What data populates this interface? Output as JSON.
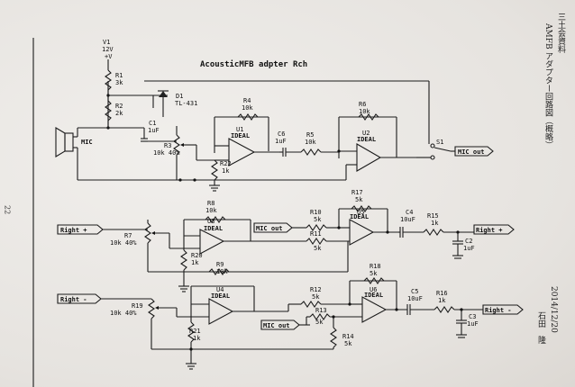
{
  "title": "AcousticMFB adpter Rch",
  "side_text": {
    "org": "三土会資料",
    "doc_title": "AMFB アダプター回路図（概略）",
    "date": "2014/12/20",
    "author": "石田　隆"
  },
  "page_number": "22",
  "components": {
    "V1": {
      "name": "V1",
      "value": "12V",
      "node": "+V"
    },
    "R1": {
      "name": "R1",
      "value": "3k"
    },
    "R2": {
      "name": "R2",
      "value": "2k"
    },
    "D1": {
      "name": "D1",
      "value": "TL-431"
    },
    "C1": {
      "name": "C1",
      "value": "1uF"
    },
    "MIC": {
      "name": "MIC"
    },
    "R3": {
      "name": "R3",
      "value": "10k 40%"
    },
    "R4": {
      "name": "R4",
      "value": "10k"
    },
    "U1": {
      "name": "U1",
      "value": "IDEAL"
    },
    "R22": {
      "name": "R22",
      "value": "1k"
    },
    "C6": {
      "name": "C6",
      "value": "1uF"
    },
    "R5": {
      "name": "R5",
      "value": "10k"
    },
    "R6": {
      "name": "R6",
      "value": "10k"
    },
    "U2": {
      "name": "U2",
      "value": "IDEAL"
    },
    "S1": {
      "name": "S1"
    },
    "R8": {
      "name": "R8",
      "value": "10k"
    },
    "U3": {
      "name": "U3",
      "value": "IDEAL"
    },
    "R7": {
      "name": "R7",
      "value": "10k 40%"
    },
    "R20": {
      "name": "R20",
      "value": "1k"
    },
    "R9": {
      "name": "R9",
      "value": "10k"
    },
    "R10": {
      "name": "R10",
      "value": "5k"
    },
    "R11": {
      "name": "R11",
      "value": "5k"
    },
    "R17": {
      "name": "R17",
      "value": "5k"
    },
    "U5": {
      "name": "U5",
      "value": "IDEAL"
    },
    "C4": {
      "name": "C4",
      "value": "10uF"
    },
    "R15": {
      "name": "R15",
      "value": "1k"
    },
    "C2": {
      "name": "C2",
      "value": "1uF"
    },
    "U4": {
      "name": "U4",
      "value": "IDEAL"
    },
    "R19": {
      "name": "R19",
      "value": "10k 40%"
    },
    "R21": {
      "name": "R21",
      "value": "1k"
    },
    "R12": {
      "name": "R12",
      "value": "5k"
    },
    "R13": {
      "name": "R13",
      "value": "5k"
    },
    "R14": {
      "name": "R14",
      "value": "5k"
    },
    "R18": {
      "name": "R18",
      "value": "5k"
    },
    "U6": {
      "name": "U6",
      "value": "IDEAL"
    },
    "C5": {
      "name": "C5",
      "value": "10uF"
    },
    "R16": {
      "name": "R16",
      "value": "1k"
    },
    "C3": {
      "name": "C3",
      "value": "1uF"
    }
  },
  "ports": {
    "mic_out_main": "MIC out",
    "mic_out_2": "MIC out",
    "mic_out_3": "MIC out",
    "right_plus_in": "Right +",
    "right_plus_out": "Right +",
    "right_minus_in": "Right -",
    "right_minus_out": "Right -"
  }
}
